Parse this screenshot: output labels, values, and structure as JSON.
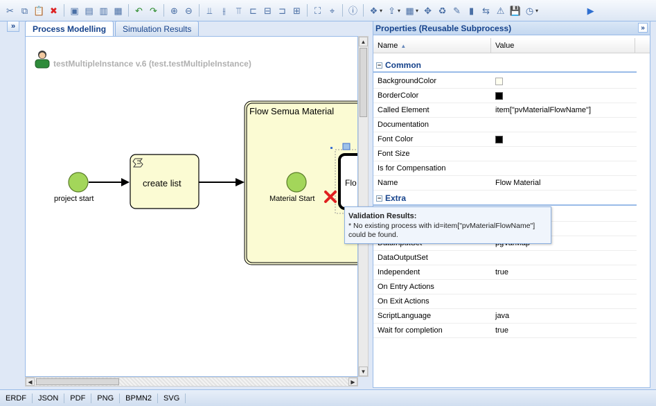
{
  "toolbar": {
    "buttons": [
      {
        "name": "cut-icon",
        "glyph": "✂"
      },
      {
        "name": "copy-icon",
        "glyph": "⧉"
      },
      {
        "name": "paste-icon",
        "glyph": "📋"
      },
      {
        "name": "delete-icon",
        "glyph": "✖"
      },
      {
        "name": "bring-front-icon",
        "glyph": "▣"
      },
      {
        "name": "bring-forward-icon",
        "glyph": "▤"
      },
      {
        "name": "send-backward-icon",
        "glyph": "▥"
      },
      {
        "name": "send-back-icon",
        "glyph": "▦"
      },
      {
        "name": "undo-icon",
        "glyph": "↶"
      },
      {
        "name": "redo-icon",
        "glyph": "↷"
      },
      {
        "name": "group-icon",
        "glyph": "⊕"
      },
      {
        "name": "ungroup-icon",
        "glyph": "⊖"
      },
      {
        "name": "align-bottom-icon",
        "glyph": "⫫"
      },
      {
        "name": "align-middle-icon",
        "glyph": "⫲"
      },
      {
        "name": "align-top-icon",
        "glyph": "⫪"
      },
      {
        "name": "align-left-icon",
        "glyph": "⊏"
      },
      {
        "name": "align-center-icon",
        "glyph": "⊟"
      },
      {
        "name": "align-right-icon",
        "glyph": "⊐"
      },
      {
        "name": "align-size-icon",
        "glyph": "⊞"
      },
      {
        "name": "zoom-fit-icon",
        "glyph": "⛶"
      },
      {
        "name": "zoom-standard-icon",
        "glyph": "⌖"
      },
      {
        "name": "info-icon",
        "glyph": "ⓘ"
      },
      {
        "name": "shapes-icon",
        "glyph": "❖"
      },
      {
        "name": "export-icon",
        "glyph": "⇪"
      },
      {
        "name": "color-icon",
        "glyph": "▦"
      },
      {
        "name": "arrange-icon",
        "glyph": "✥"
      },
      {
        "name": "validate-icon",
        "glyph": "♻"
      },
      {
        "name": "dictionary-icon",
        "glyph": "✎"
      },
      {
        "name": "variable-icon",
        "glyph": "▮"
      },
      {
        "name": "subprocess-icon",
        "glyph": "⇆"
      },
      {
        "name": "issues-icon",
        "glyph": "⚠"
      },
      {
        "name": "save-icon",
        "glyph": "💾"
      },
      {
        "name": "clock-icon",
        "glyph": "◷"
      },
      {
        "name": "play-icon",
        "glyph": "▶"
      }
    ]
  },
  "tabs": [
    {
      "label": "Process Modelling",
      "active": true
    },
    {
      "label": "Simulation Results",
      "active": false
    }
  ],
  "canvas": {
    "process_title": "testMultipleInstance v.6 (test.testMultipleInstance)",
    "nodes": {
      "start_event": "project start",
      "task_create_list": "create list",
      "subprocess_title": "Flow Semua Material",
      "inner_start": "Material Start",
      "reusable_task": "Flo"
    }
  },
  "properties": {
    "title": "Properties (Reusable Subprocess)",
    "columns": {
      "name": "Name",
      "value": "Value"
    },
    "groups": [
      {
        "label": "Common",
        "rows": [
          {
            "name": "BackgroundColor",
            "value": "",
            "swatch": "#fffff0"
          },
          {
            "name": "BorderColor",
            "value": "",
            "swatch": "#000000"
          },
          {
            "name": "Called Element",
            "value": "item[\"pvMaterialFlowName\"]"
          },
          {
            "name": "Documentation",
            "value": ""
          },
          {
            "name": "Font Color",
            "value": "",
            "swatch": "#000000"
          },
          {
            "name": "Font Size",
            "value": ""
          },
          {
            "name": "Is for Compensation",
            "value": ""
          },
          {
            "name": "Name",
            "value": "Flow Material"
          }
        ]
      },
      {
        "label": "Extra",
        "rows": [
          {
            "name": "",
            "value": ""
          },
          {
            "name": "",
            "value": "ap"
          },
          {
            "name": "DataInputSet",
            "value": "pgVarMap"
          },
          {
            "name": "DataOutputSet",
            "value": ""
          },
          {
            "name": "Independent",
            "value": "true"
          },
          {
            "name": "On Entry Actions",
            "value": ""
          },
          {
            "name": "On Exit Actions",
            "value": ""
          },
          {
            "name": "ScriptLanguage",
            "value": "java"
          },
          {
            "name": "Wait for completion",
            "value": "true"
          }
        ]
      }
    ]
  },
  "tooltip": {
    "title": "Validation Results:",
    "body": "* No existing process with id=item[\"pvMaterialFlowName\"] could be found."
  },
  "statusbar": {
    "items": [
      "ERDF",
      "JSON",
      "PDF",
      "PNG",
      "BPMN2",
      "SVG"
    ]
  },
  "colors": {
    "accent": "#15428b",
    "panel_border": "#99bbe8",
    "start_event_fill": "#9fd25c",
    "task_fill": "#fbfbd3",
    "error_red": "#e02020"
  }
}
